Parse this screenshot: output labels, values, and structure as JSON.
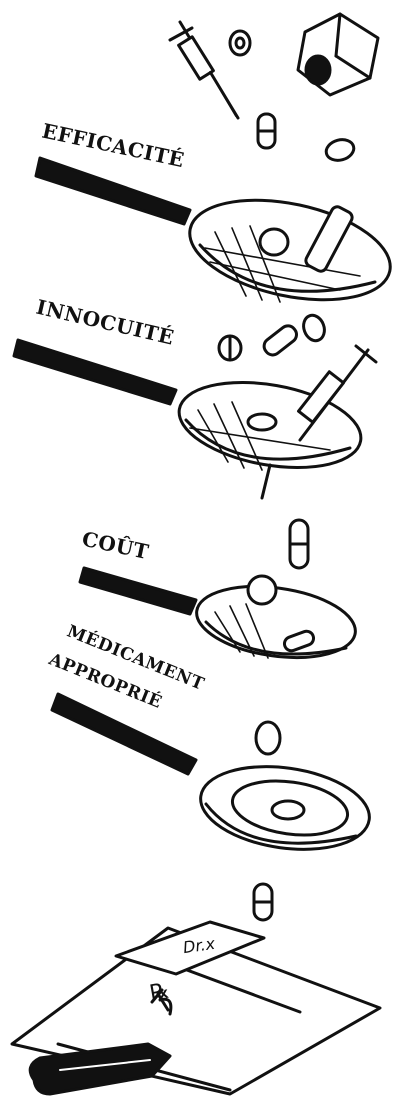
{
  "filters": [
    {
      "label": "EFFICACITÉ"
    },
    {
      "label": "INNOCUITÉ"
    },
    {
      "label": "COÛT"
    },
    {
      "label_line1": "MÉDICAMENT",
      "label_line2": "APPROPRIÉ"
    }
  ],
  "prescription": {
    "header": "Dr.x",
    "symbol": "℞"
  },
  "colors": {
    "ink": "#111111",
    "paper": "#ffffff"
  },
  "icons": [
    "syringe-icon",
    "tablet-icon",
    "capsule-icon",
    "pill-bottle-icon",
    "strainer-icon",
    "prescription-pad-icon",
    "pen-icon"
  ]
}
